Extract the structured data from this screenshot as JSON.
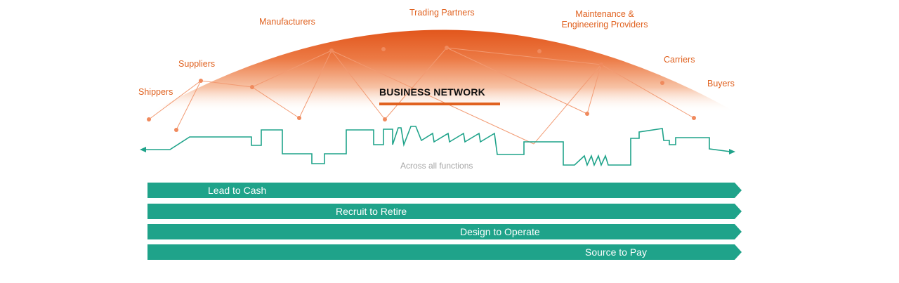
{
  "network": {
    "title": "BUSINESS NETWORK",
    "nodes": {
      "shippers": "Shippers",
      "suppliers": "Suppliers",
      "manufacturers": "Manufacturers",
      "trading_partners": "Trading Partners",
      "maintenance_line1": "Maintenance &",
      "maintenance_line2": "Engineering  Providers",
      "carriers": "Carriers",
      "buyers": "Buyers"
    }
  },
  "functions": {
    "label": "Across all functions"
  },
  "processes": {
    "lead_to_cash": "Lead to Cash",
    "recruit_to_retire": "Recruit to Retire",
    "design_to_operate": "Design to Operate",
    "source_to_pay": "Source to Pay"
  },
  "colors": {
    "accent_orange": "#e0611f",
    "dot_orange": "#f08a5d",
    "teal": "#1fa38a",
    "label_gray": "#a6a6a6"
  }
}
